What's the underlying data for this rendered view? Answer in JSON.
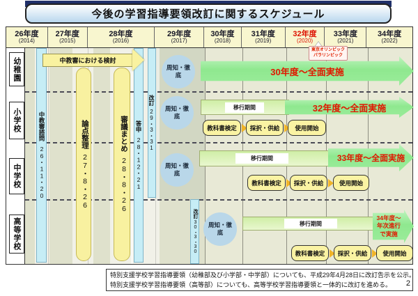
{
  "title": "今後の学習指導要領改訂に関するスケジュール",
  "columns": [
    {
      "label": "26年度",
      "year": "(2014)"
    },
    {
      "label": "27年度",
      "year": "(2015)"
    },
    {
      "label": "28年度",
      "year": "(2016)"
    },
    {
      "label": "29年度",
      "year": "(2017)"
    },
    {
      "label": "30年度",
      "year": "(2018)"
    },
    {
      "label": "31年度",
      "year": "(2019)"
    },
    {
      "label": "32年度",
      "year": "(2020)"
    },
    {
      "label": "33年度",
      "year": "(2021)"
    },
    {
      "label": "34年度",
      "year": "(2022)"
    }
  ],
  "row_labels": [
    "幼稚園",
    "小学校",
    "中学校",
    "高等学校"
  ],
  "olympic": {
    "line1": "東京オリンピック",
    "line2": "パラリンピック"
  },
  "milestones": {
    "shimon": "中教審諮問",
    "shimon_date": "26・11・20",
    "kento_arrow": "中教審における検討",
    "ronten": "論点整理",
    "ronten_date": "27・8・26",
    "shingi": "審議まとめ",
    "shingi_date": "28・8・26",
    "toshin": "答申",
    "toshin_date": "28・12・21",
    "kaitei": "改訂",
    "kaitei_date": "29・3・31",
    "kaitei_hs": "改訂",
    "kaitei_hs_date": "30・3・30"
  },
  "periods": {
    "shuchi": "周知・徹底",
    "ikou": "移行期間"
  },
  "implementation": {
    "yochien": "30年度～全面実施",
    "shogakko": "32年度～全面実施",
    "chugakko": "33年度～全面実施",
    "koko": "34年度～年次進行で実施"
  },
  "process": {
    "kentei": "教科書検定",
    "saitaku": "採択・供給",
    "shiyo": "使用開始"
  },
  "footer": {
    "line1": "特別支援学校学習指導要領（幼稚部及び小学部・中学部）についても、平成29年4月28日に改訂告示を公示。",
    "line2": "特別支援学校学習指導要領（高等部）についても、高等学校学習指導要領と一体的に改訂を進める。",
    "page": "2"
  }
}
